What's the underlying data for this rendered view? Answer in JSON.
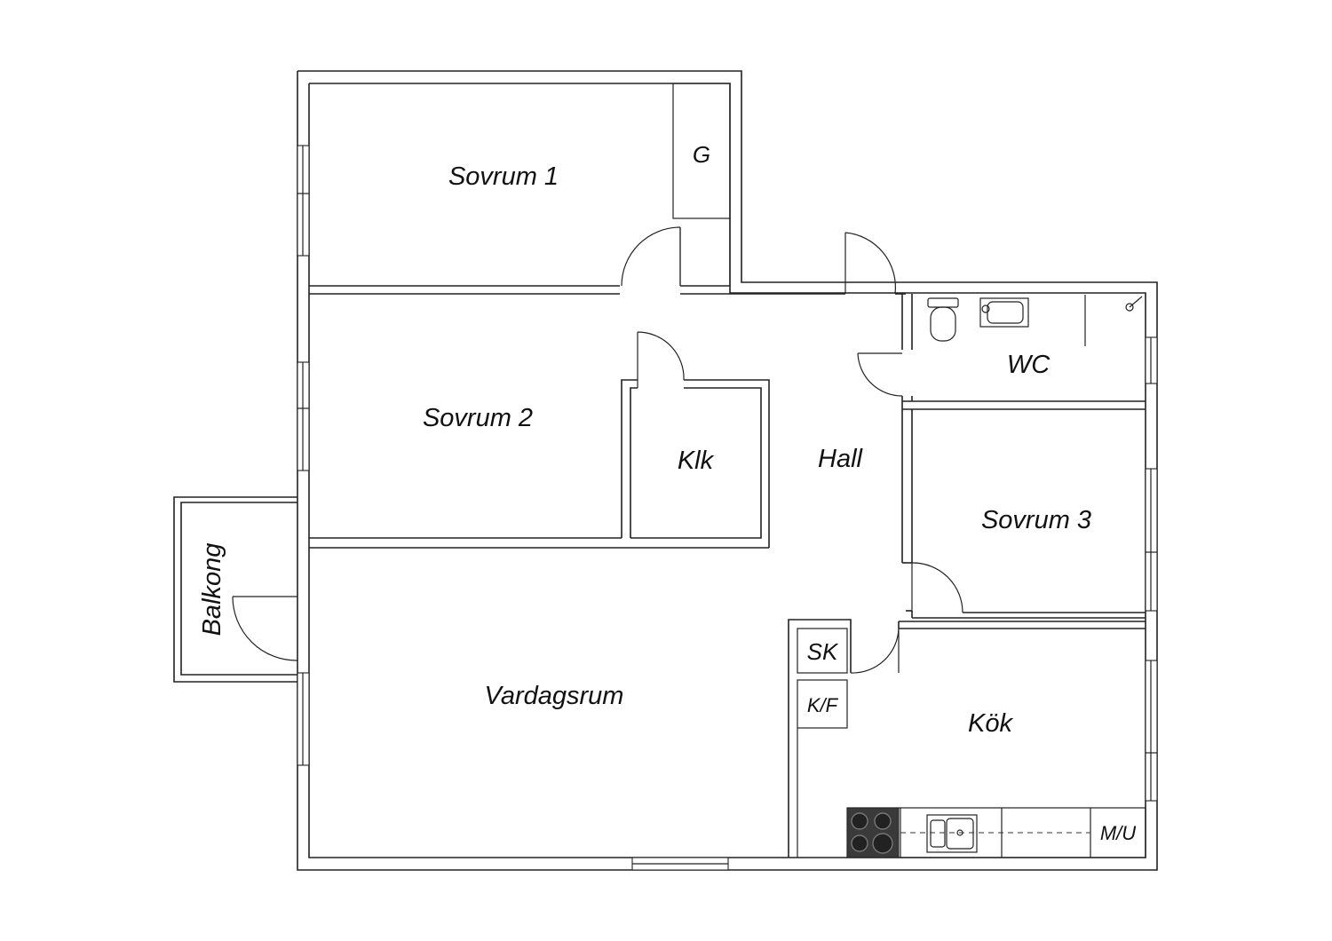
{
  "rooms": {
    "sovrum1": "Sovrum 1",
    "g": "G",
    "sovrum2": "Sovrum 2",
    "klk": "Klk",
    "hall": "Hall",
    "wc": "WC",
    "sovrum3": "Sovrum 3",
    "balkong": "Balkong",
    "vardagsrum": "Vardagsrum",
    "sk": "SK",
    "kf": "K/F",
    "kok": "Kök",
    "mu": "M/U"
  }
}
